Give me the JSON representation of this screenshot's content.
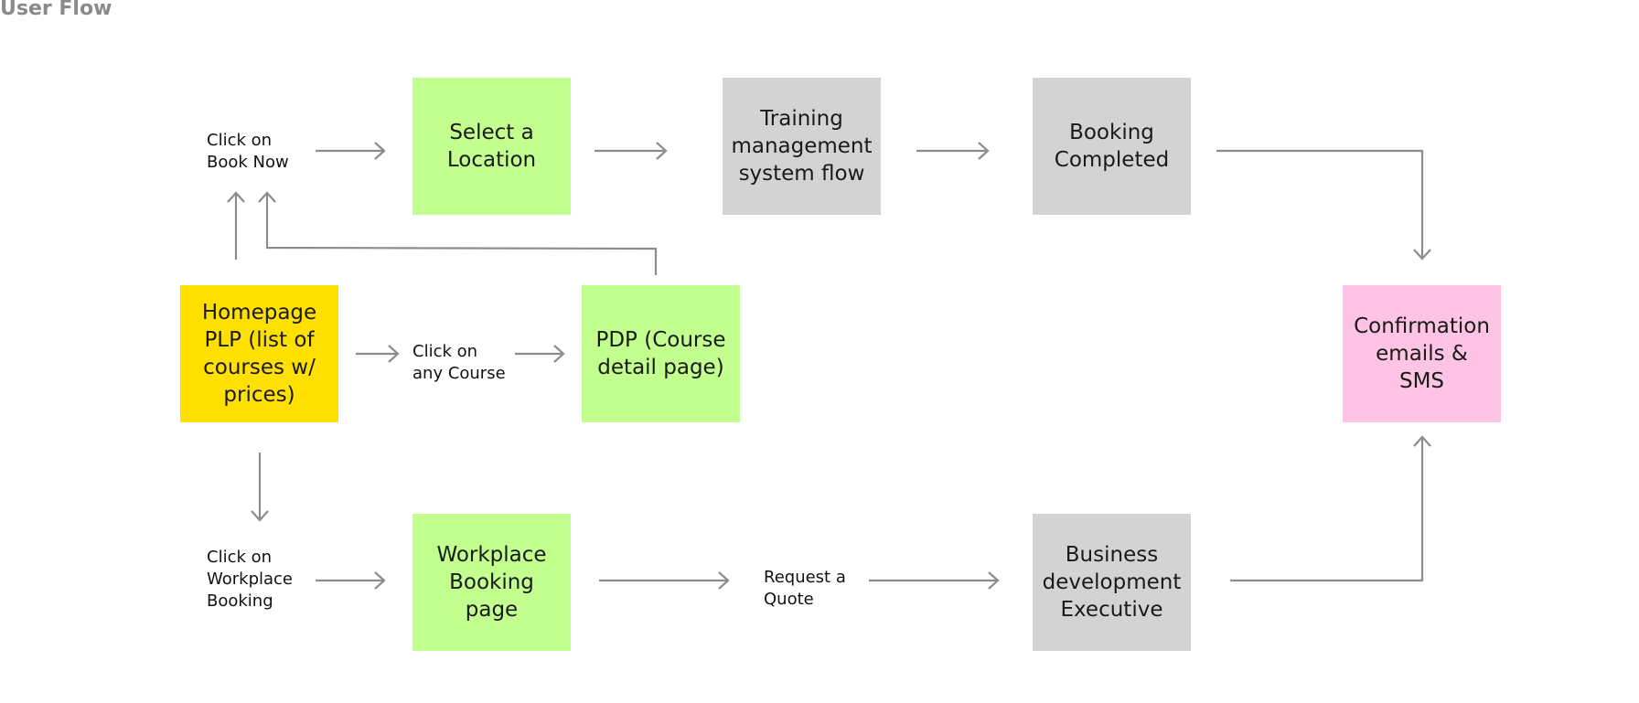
{
  "title": "User Flow",
  "colors": {
    "yellow": "#ffe000",
    "green": "#c3ff8f",
    "gray": "#d3d3d3",
    "pink": "#ffc3e6",
    "connector": "#8c8c8c",
    "title": "#8a8a8a"
  },
  "nodes": {
    "homepage_plp": "Homepage\nPLP (list of\ncourses w/\nprices)",
    "select_location": "Select a\nLocation",
    "training_management": "Training\nmanagement\nsystem flow",
    "booking_completed": "Booking\nCompleted",
    "pdp": "PDP (Course\ndetail page)",
    "workplace_booking_page": "Workplace\nBooking\npage",
    "business_development": "Business\ndevelopment\nExecutive",
    "confirmation": "Confirmation\nemails &\nSMS"
  },
  "labels": {
    "book_now": "Click on\nBook Now",
    "any_course": "Click on\nany Course",
    "workplace_booking": "Click on\nWorkplace\nBooking",
    "request_quote": "Request a\nQuote"
  }
}
